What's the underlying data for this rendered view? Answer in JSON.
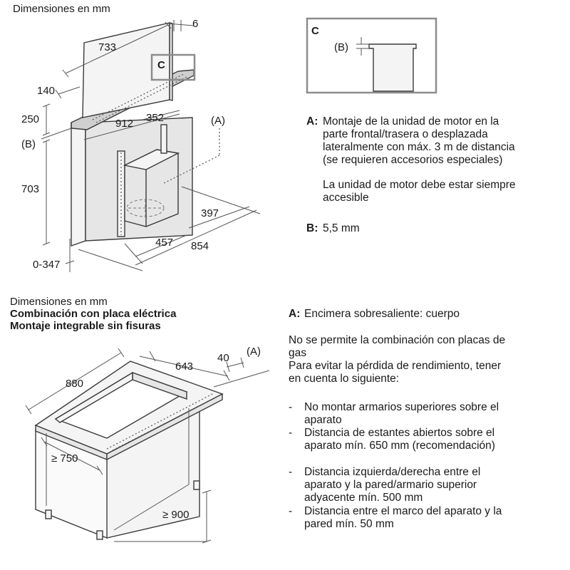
{
  "top": {
    "header": "Dimensiones en mm",
    "dims": {
      "d733": "733",
      "d6": "6",
      "d140": "140",
      "d250": "250",
      "dB": "(B)",
      "d912": "912",
      "d352": "352",
      "dA": "(A)",
      "d703": "703",
      "d397": "397",
      "d457": "457",
      "d854": "854",
      "d0_347": "0-347",
      "c": "C"
    },
    "detail": {
      "c": "C",
      "b": "(B)"
    },
    "notes": {
      "a_key": "A:",
      "a_lines": [
        "Montaje de la unidad de motor en la",
        "parte frontal/trasera o desplazada",
        "lateralmente con máx. 3 m de distancia",
        "(se requieren accesorios especiales)"
      ],
      "a2_lines": [
        "La unidad de motor debe estar siempre",
        "accesible"
      ],
      "b_key": "B:",
      "b_text": "5,5 mm"
    }
  },
  "bottom": {
    "header1": "Dimensiones en mm",
    "header2": "Combinación con placa eléctrica",
    "header3": "Montaje integrable sin fisuras",
    "dims": {
      "d880": "880",
      "d643": "643",
      "d40": "40",
      "dA": "(A)",
      "d750": "≥ 750",
      "d900": "≥ 900"
    },
    "notes": {
      "a_key": "A:",
      "a_text": "Encimera sobresaliente: cuerpo",
      "p1": [
        "No se permite la combinación con placas de",
        "gas"
      ],
      "p2": [
        "Para evitar la pérdida de rendimiento, tener",
        "en cuenta lo siguiente:"
      ],
      "bullets": [
        [
          "No montar armarios superiores sobre el",
          "aparato"
        ],
        [
          "Distancia de estantes abiertos sobre el",
          "aparato mín. 650 mm (recomendación)"
        ],
        [
          "Distancia izquierda/derecha entre el",
          "aparato y la pared/armario superior",
          "adyacente mín. 500 mm"
        ],
        [
          "Distancia entre el marco del aparato y la",
          "pared mín. 50 mm"
        ]
      ]
    }
  }
}
